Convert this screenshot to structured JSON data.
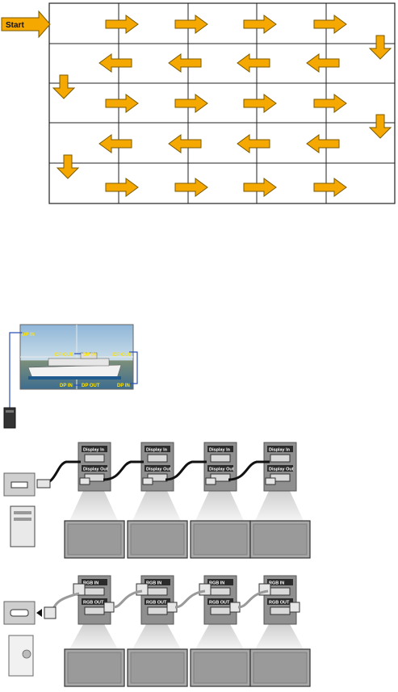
{
  "grid_diagram": {
    "start_label": "Start",
    "arrow_color": "#F5A800",
    "arrow_stroke": "#7a5a00",
    "rows": 5,
    "cols": 5,
    "row_directions": [
      "right",
      "left",
      "right",
      "left",
      "right"
    ]
  },
  "dp_diagram": {
    "labels": {
      "dp_in_top": "DP IN",
      "dp_out_1": "DP OUT",
      "dp_in_1": "DP IN",
      "dp_out_2": "DP OUT",
      "dp_in_2": "DP IN",
      "dp_in_3": "DP IN",
      "dp_out_3": "DP OUT"
    },
    "label_color": "#FFE400",
    "cable_color": "#2a4fb8"
  },
  "dvi_diagram": {
    "port_in_label": "Display In",
    "port_out_label": "Display Out",
    "monitor_count": 4
  },
  "rgb_diagram": {
    "port_in_label": "RGB IN",
    "port_out_label": "RGB OUT",
    "monitor_count": 4
  }
}
